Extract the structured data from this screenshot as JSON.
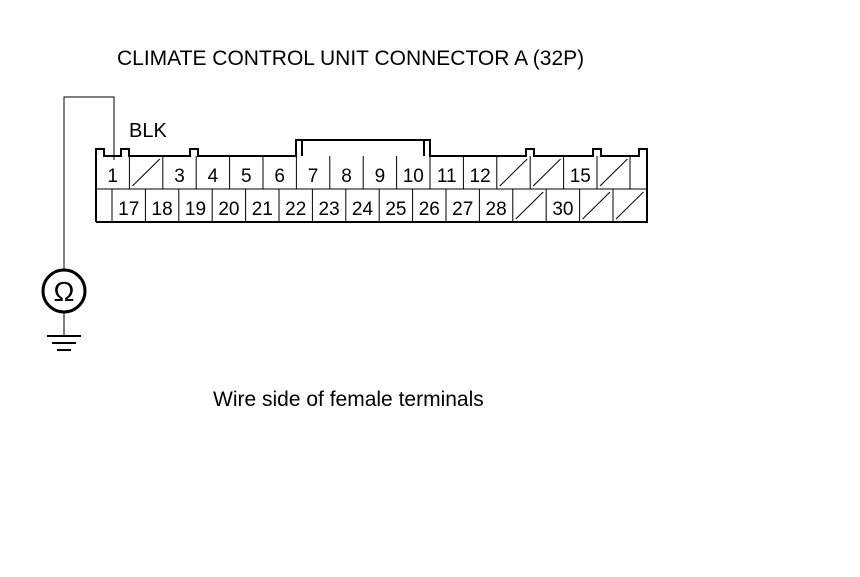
{
  "title": "CLIMATE CONTROL UNIT CONNECTOR A (32P)",
  "wire_color_label": "BLK",
  "caption": "Wire side of female terminals",
  "meter": {
    "symbol": "Ω",
    "icon": "ohmmeter-icon"
  },
  "ground": {
    "icon": "ground-icon"
  },
  "connector": {
    "top_row": [
      "1",
      "/",
      "3",
      "4",
      "5",
      "6",
      "7",
      "8",
      "9",
      "10",
      "11",
      "12",
      "/",
      "/",
      "15",
      "/",
      ""
    ],
    "bottom_row": [
      "",
      "17",
      "18",
      "19",
      "20",
      "21",
      "22",
      "23",
      "24",
      "25",
      "26",
      "27",
      "28",
      "/",
      "30",
      "/",
      "/"
    ],
    "probed_terminal": "1"
  },
  "colors": {
    "line": "#000000",
    "background": "#ffffff"
  }
}
